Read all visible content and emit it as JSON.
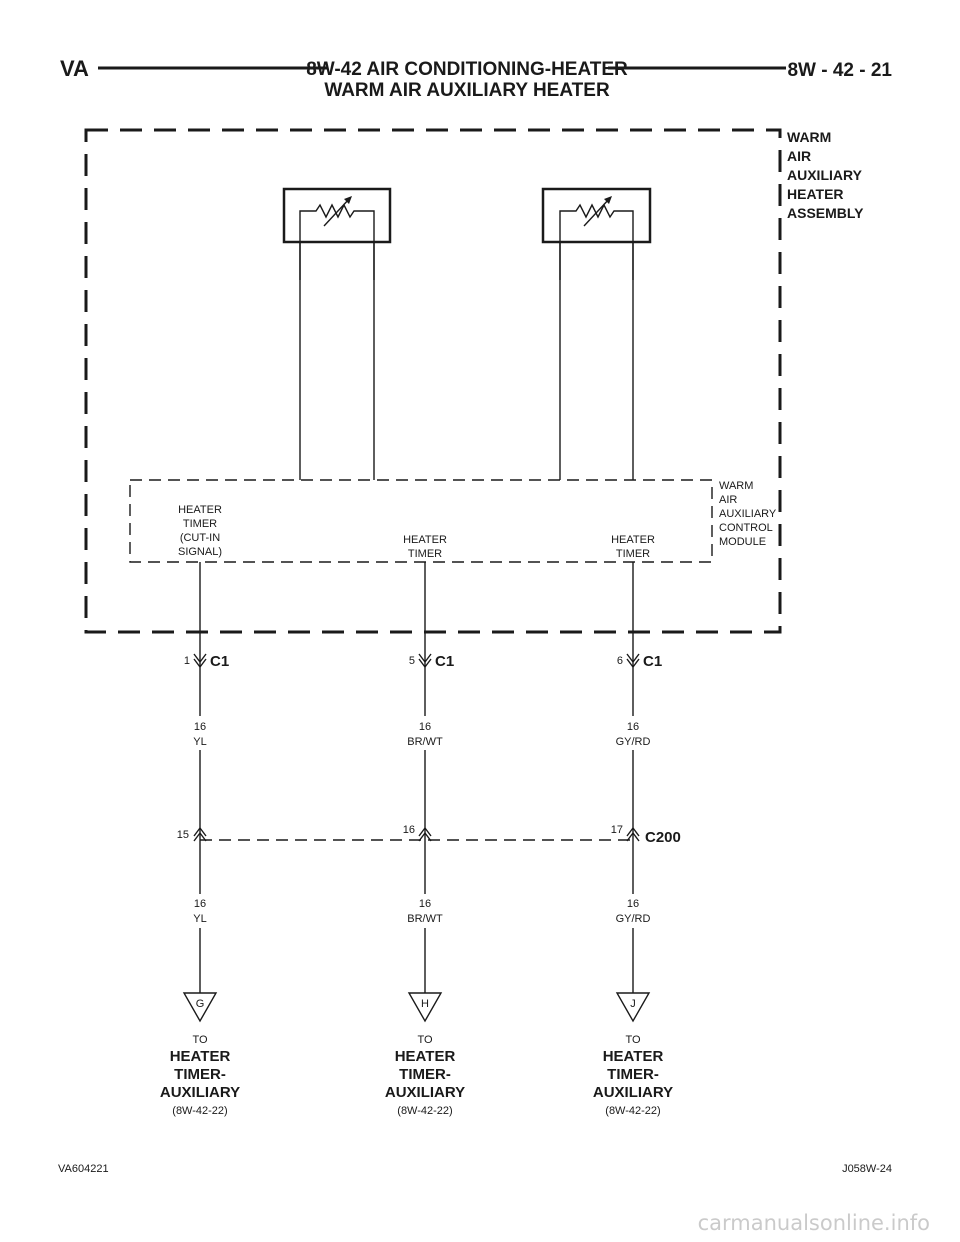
{
  "header": {
    "left": "VA",
    "title_line1": "8W-42 AIR CONDITIONING-HEATER",
    "title_line2": "WARM AIR AUXILIARY HEATER",
    "page": "8W - 42 - 21"
  },
  "assembly": {
    "label": [
      "WARM",
      "AIR",
      "AUXILIARY",
      "HEATER",
      "ASSEMBLY"
    ]
  },
  "module": {
    "label": [
      "WARM",
      "AIR",
      "AUXILIARY",
      "CONTROL",
      "MODULE"
    ],
    "pin_labels": [
      [
        "HEATER",
        "TIMER",
        "(CUT-IN",
        "SIGNAL)"
      ],
      [
        "HEATER",
        "TIMER"
      ],
      [
        "HEATER",
        "TIMER"
      ]
    ]
  },
  "connector_c1": {
    "name": "C1",
    "pins": [
      "1",
      "5",
      "6"
    ]
  },
  "wires_upper": [
    {
      "gauge": "16",
      "color": "YL"
    },
    {
      "gauge": "16",
      "color": "BR/WT"
    },
    {
      "gauge": "16",
      "color": "GY/RD"
    }
  ],
  "connector_c200": {
    "name": "C200",
    "pins": [
      "15",
      "16",
      "17"
    ]
  },
  "wires_lower": [
    {
      "gauge": "16",
      "color": "YL"
    },
    {
      "gauge": "16",
      "color": "BR/WT"
    },
    {
      "gauge": "16",
      "color": "GY/RD"
    }
  ],
  "destinations": [
    {
      "letter": "G",
      "to": "TO",
      "name": [
        "HEATER",
        "TIMER-",
        "AUXILIARY"
      ],
      "ref": "(8W-42-22)"
    },
    {
      "letter": "H",
      "to": "TO",
      "name": [
        "HEATER",
        "TIMER-",
        "AUXILIARY"
      ],
      "ref": "(8W-42-22)"
    },
    {
      "letter": "J",
      "to": "TO",
      "name": [
        "HEATER",
        "TIMER-",
        "AUXILIARY"
      ],
      "ref": "(8W-42-22)"
    }
  ],
  "footer": {
    "left": "VA604221",
    "right": "J058W-24"
  },
  "watermark": "carmanualsonline.info"
}
